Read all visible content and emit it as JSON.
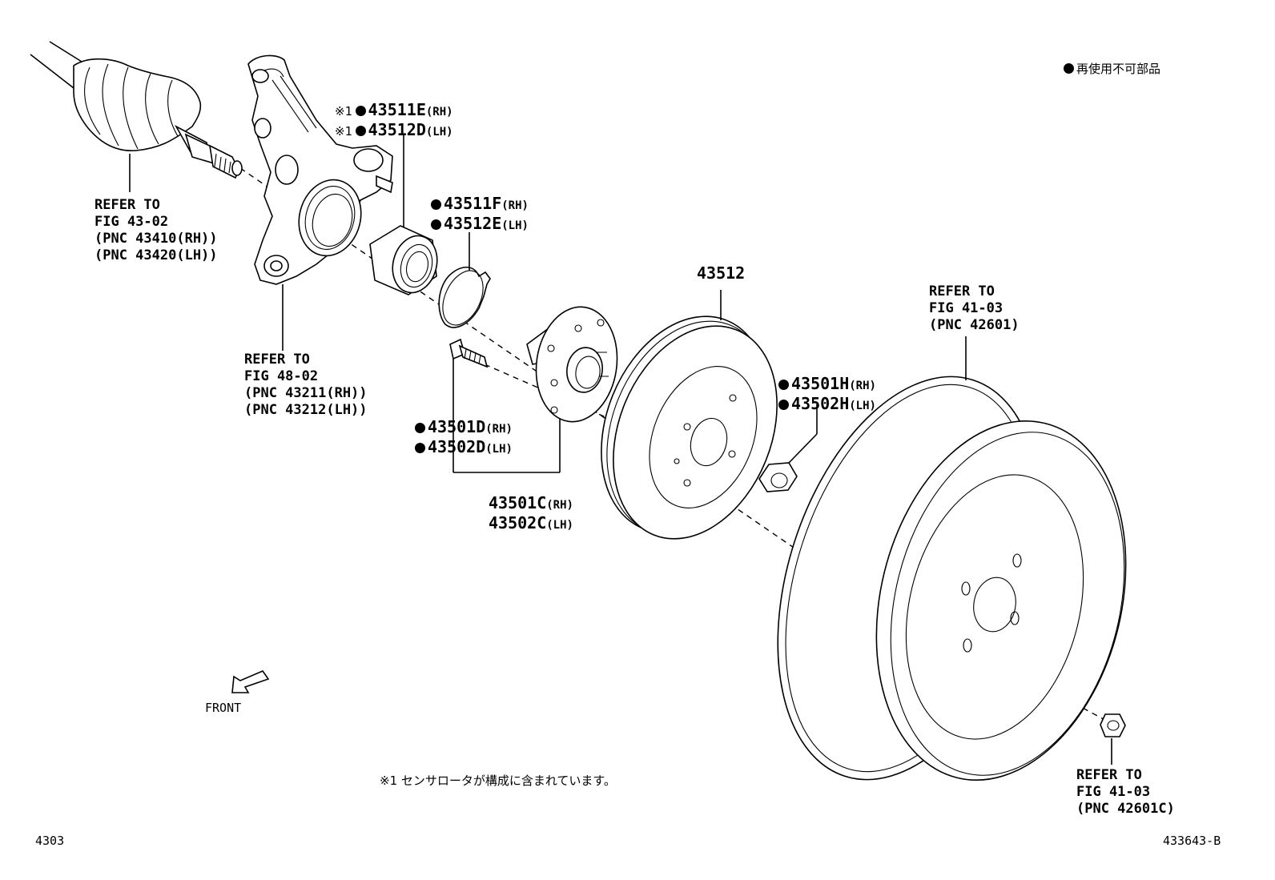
{
  "legend": {
    "text": "再使用不可部品"
  },
  "note": {
    "text": "※1 センサロータが構成に含まれています。"
  },
  "footer": {
    "left": "4303",
    "right": "433643-B"
  },
  "front": {
    "text": "FRONT"
  },
  "refs": {
    "driveshaft": [
      "REFER TO",
      "FIG 43-02",
      "(PNC 43410(RH))",
      "(PNC 43420(LH))"
    ],
    "knuckle": [
      "REFER TO",
      "FIG 48-02",
      "(PNC 43211(RH))",
      "(PNC 43212(LH))"
    ],
    "wheel": [
      "REFER TO",
      "FIG 41-03",
      "(PNC 42601)"
    ],
    "wheel_nut": [
      "REFER TO",
      "FIG 41-03",
      "(PNC 42601C)"
    ]
  },
  "parts": {
    "bearing": {
      "mark": "※1",
      "rh_code": "43511E",
      "rh_sfx": "(RH)",
      "lh_code": "43512D",
      "lh_sfx": "(LH)"
    },
    "snap_ring": {
      "rh_code": "43511F",
      "rh_sfx": "(RH)",
      "lh_code": "43512E",
      "lh_sfx": "(LH)"
    },
    "disc": {
      "code": "43512"
    },
    "hub_nut": {
      "rh_code": "43501H",
      "rh_sfx": "(RH)",
      "lh_code": "43502H",
      "lh_sfx": "(LH)"
    },
    "hub_bolt": {
      "rh_code": "43501D",
      "rh_sfx": "(RH)",
      "lh_code": "43502D",
      "lh_sfx": "(LH)"
    },
    "hub": {
      "rh_code": "43501C",
      "rh_sfx": "(RH)",
      "lh_code": "43502C",
      "lh_sfx": "(LH)"
    }
  }
}
